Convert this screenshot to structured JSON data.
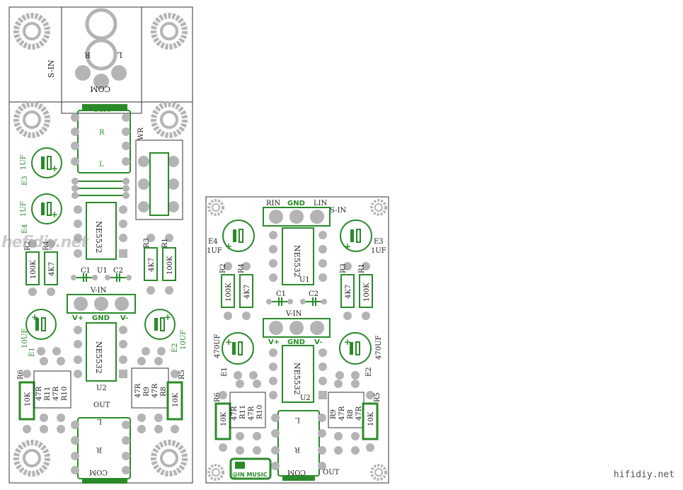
{
  "colors": {
    "silk": "#2a8a2a",
    "pad": "#b4b4b4",
    "outline": "#222222",
    "bg": "#ffffff"
  },
  "watermark": "hifidiy.net",
  "left_logo": "hefidiy.net",
  "left_board": {
    "input_label": "S-IN",
    "jack_labels": {
      "r": "R",
      "l": "L",
      "com": "COM"
    },
    "top_com": "COM",
    "switch_r": "R",
    "switch_l": "L",
    "wr": "WR",
    "out": "OUT",
    "out_l": "L",
    "out_r": "R",
    "out_com": "COM",
    "e3_cap": "1UF",
    "e3": "E3",
    "e4_cap": "1UF",
    "e4": "E4",
    "ic1": "NE5532",
    "ic2": "NE5532",
    "u1": "U1",
    "u2": "U2",
    "c1": "C1",
    "c2": "C2",
    "r2": "R2",
    "r4": "R4",
    "r2_val": "100K",
    "r4_val": "4K7",
    "r3": "R3",
    "r1": "R1",
    "r3_val": "4K7",
    "r1_val": "100K",
    "vin": "V-IN",
    "vplus": "V+",
    "gnd": "GND",
    "vminus": "V-",
    "e1_cap": "10UF",
    "e1": "E1",
    "e2": "E2",
    "e2_cap": "10UF",
    "r6": "R6",
    "r6_val": "10K",
    "r11": "R11",
    "r11_val": "47R",
    "r10": "R10",
    "r10_val": "47R",
    "r9": "R9",
    "r9_val": "47R",
    "r8": "R8",
    "r8_val": "47R",
    "r5": "R5",
    "r5_val": "10K"
  },
  "right_board": {
    "rin": "RIN",
    "gnd_top": "GND",
    "lin": "LIN",
    "input_label": "S-IN",
    "e4": "E4",
    "e4_cap": "1UF",
    "e3": "E3",
    "e3_cap": "1UF",
    "ic1": "NE5532",
    "u1": "U1",
    "r2": "R2",
    "r4": "R4",
    "r2_val": "100K",
    "r4_val": "4K7",
    "r3": "R3",
    "r1": "R1",
    "r3_val": "4K7",
    "r1_val": "100K",
    "c1": "C1",
    "c2": "C2",
    "vin": "V-IN",
    "vplus": "V+",
    "gnd": "GND",
    "vminus": "V-",
    "e1_cap": "470UF",
    "e1": "E1",
    "e2": "E2",
    "e2_cap": "470UF",
    "ic2": "NE5532",
    "u2": "U2",
    "r6": "R6",
    "r6_val": "10K",
    "r11": "R11",
    "r11_val": "47R",
    "r10": "R10",
    "r10_val": "47R",
    "r9": "R9",
    "r9_val": "47R",
    "r8": "R8",
    "r8_val": "47R",
    "r5": "R5",
    "r5_val": "10K",
    "out_l": "L",
    "out_r": "R",
    "out_com": "COM",
    "out": "OUT",
    "brand": "@IN MUSIC"
  }
}
